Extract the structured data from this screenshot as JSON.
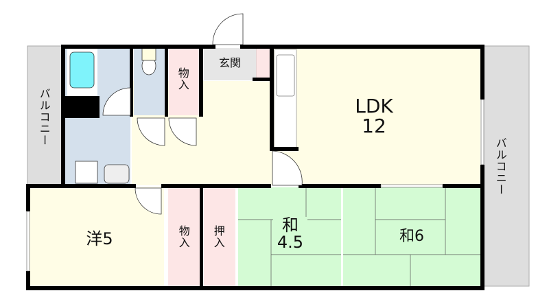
{
  "floor_plan": {
    "layout": "3LDK",
    "colors": {
      "wall": "#000000",
      "balcony": "#dedede",
      "ldk": "#fffde6",
      "hall": "#fffde6",
      "western_room": "#fffde6",
      "japanese_room": "#d4fbd4",
      "storage": "#fde6e6",
      "wet_area": "#d4e0ec",
      "bathtub": "#7ff3fb",
      "entrance": "#e6e6e6"
    },
    "rooms": {
      "ldk": {
        "name": "LDK",
        "size": "12"
      },
      "western": {
        "name": "洋5"
      },
      "japanese_a": {
        "name": "和",
        "size": "4.5"
      },
      "japanese_b": {
        "name": "和6"
      },
      "entrance": {
        "name": "玄関"
      },
      "storage_top": {
        "name": "物入"
      },
      "storage_bottom": {
        "name": "物入"
      },
      "closet": {
        "name": "押入"
      },
      "balcony_left": {
        "name": "バルコニー"
      },
      "balcony_right": {
        "name": "バルコニー"
      }
    }
  }
}
